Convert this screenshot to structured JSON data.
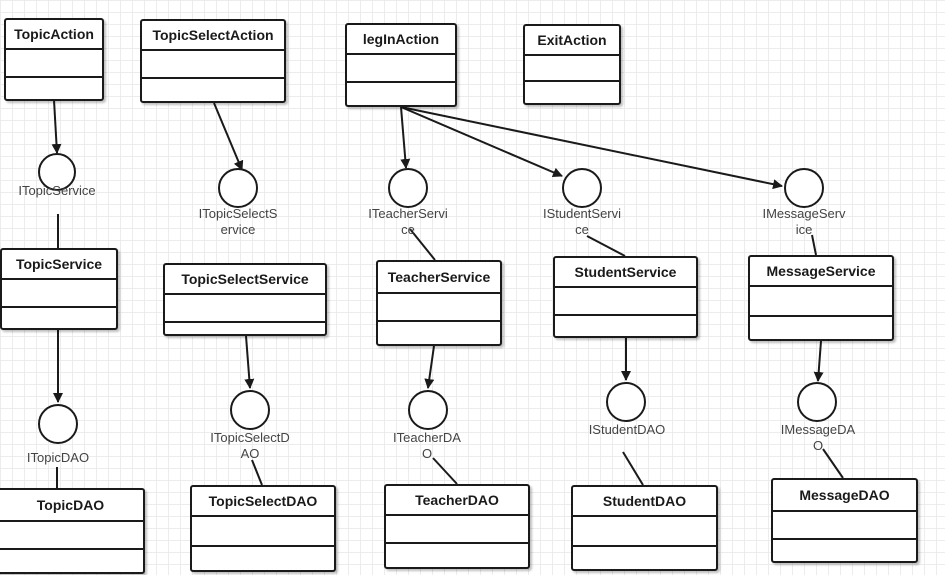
{
  "classes": [
    {
      "name": "TopicAction"
    },
    {
      "name": "TopicSelectAction"
    },
    {
      "name": "legInAction"
    },
    {
      "name": "ExitAction"
    },
    {
      "name": "TopicService"
    },
    {
      "name": "TopicSelectService"
    },
    {
      "name": "TeacherService"
    },
    {
      "name": "StudentService"
    },
    {
      "name": "MessageService"
    },
    {
      "name": "TopicDAO"
    },
    {
      "name": "TopicSelectDAO"
    },
    {
      "name": "TeacherDAO"
    },
    {
      "name": "StudentDAO"
    },
    {
      "name": "MessageDAO"
    }
  ],
  "interfaces": [
    {
      "name": "ITopicService"
    },
    {
      "name": "ITopicSelectService"
    },
    {
      "name": "ITeacherService"
    },
    {
      "name": "IStudentService"
    },
    {
      "name": "IMessageService"
    },
    {
      "name": "ITopicDAO"
    },
    {
      "name": "ITopicSelectDAO"
    },
    {
      "name": "ITeacherDAO"
    },
    {
      "name": "IStudentDAO"
    },
    {
      "name": "IMessageDAO"
    }
  ],
  "colors": {
    "line": "#1a1a1a",
    "grid": "#ececec",
    "label": "#444444"
  }
}
